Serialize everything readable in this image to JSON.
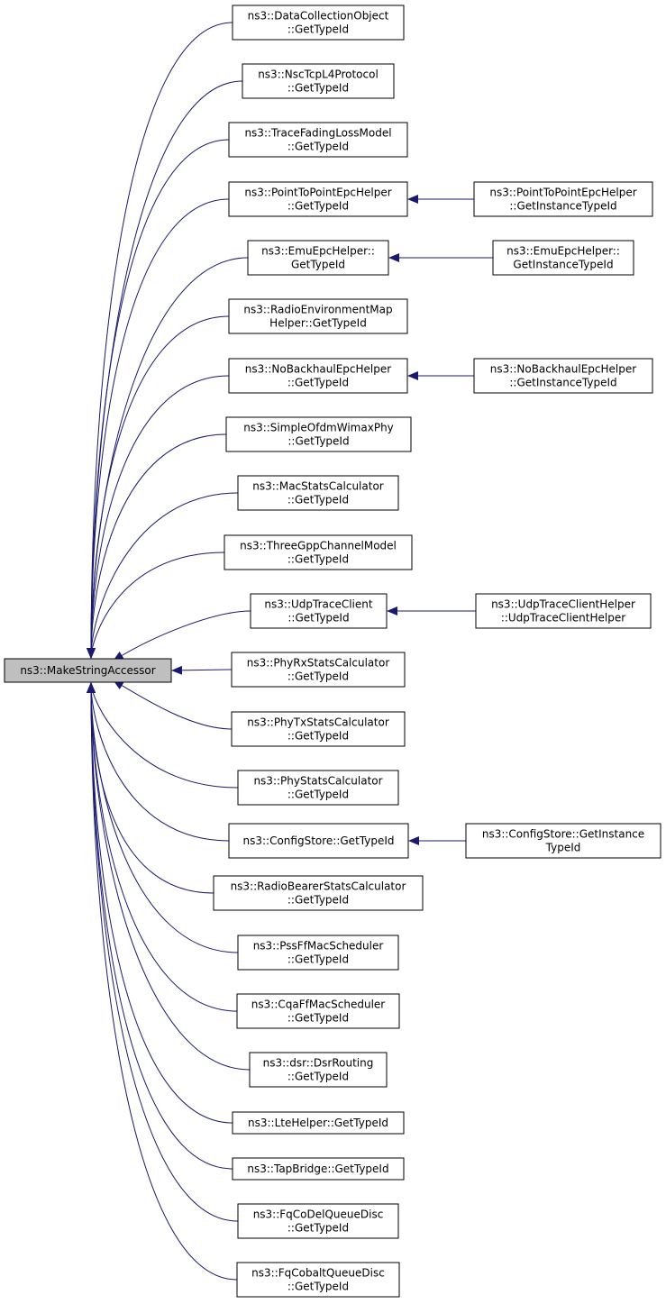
{
  "diagram": {
    "colors": {
      "edge": "#191970",
      "node_border": "#000000",
      "root_fill": "#bfbfbf",
      "node_fill": "#ffffff"
    },
    "root": {
      "id": "root",
      "lines": [
        "ns3::MakeStringAccessor"
      ]
    },
    "callers": [
      {
        "id": "n1",
        "lines": [
          "ns3::DataCollectionObject",
          "::GetTypeId"
        ]
      },
      {
        "id": "n2",
        "lines": [
          "ns3::NscTcpL4Protocol",
          "::GetTypeId"
        ]
      },
      {
        "id": "n3",
        "lines": [
          "ns3::TraceFadingLossModel",
          "::GetTypeId"
        ]
      },
      {
        "id": "n4",
        "lines": [
          "ns3::PointToPointEpcHelper",
          "::GetTypeId"
        ]
      },
      {
        "id": "n5",
        "lines": [
          "ns3::EmuEpcHelper::",
          "GetTypeId"
        ]
      },
      {
        "id": "n6",
        "lines": [
          "ns3::RadioEnvironmentMap",
          "Helper::GetTypeId"
        ]
      },
      {
        "id": "n7",
        "lines": [
          "ns3::NoBackhaulEpcHelper",
          "::GetTypeId"
        ]
      },
      {
        "id": "n8",
        "lines": [
          "ns3::SimpleOfdmWimaxPhy",
          "::GetTypeId"
        ]
      },
      {
        "id": "n9",
        "lines": [
          "ns3::MacStatsCalculator",
          "::GetTypeId"
        ]
      },
      {
        "id": "n10",
        "lines": [
          "ns3::ThreeGppChannelModel",
          "::GetTypeId"
        ]
      },
      {
        "id": "n11",
        "lines": [
          "ns3::UdpTraceClient",
          "::GetTypeId"
        ]
      },
      {
        "id": "n12",
        "lines": [
          "ns3::PhyRxStatsCalculator",
          "::GetTypeId"
        ]
      },
      {
        "id": "n13",
        "lines": [
          "ns3::PhyTxStatsCalculator",
          "::GetTypeId"
        ]
      },
      {
        "id": "n14",
        "lines": [
          "ns3::PhyStatsCalculator",
          "::GetTypeId"
        ]
      },
      {
        "id": "n15",
        "lines": [
          "ns3::ConfigStore::GetTypeId"
        ]
      },
      {
        "id": "n16",
        "lines": [
          "ns3::RadioBearerStatsCalculator",
          "::GetTypeId"
        ]
      },
      {
        "id": "n17",
        "lines": [
          "ns3::PssFfMacScheduler",
          "::GetTypeId"
        ]
      },
      {
        "id": "n18",
        "lines": [
          "ns3::CqaFfMacScheduler",
          "::GetTypeId"
        ]
      },
      {
        "id": "n19",
        "lines": [
          "ns3::dsr::DsrRouting",
          "::GetTypeId"
        ]
      },
      {
        "id": "n20",
        "lines": [
          "ns3::LteHelper::GetTypeId"
        ]
      },
      {
        "id": "n21",
        "lines": [
          "ns3::TapBridge::GetTypeId"
        ]
      },
      {
        "id": "n22",
        "lines": [
          "ns3::FqCoDelQueueDisc",
          "::GetTypeId"
        ]
      },
      {
        "id": "n23",
        "lines": [
          "ns3::FqCobaltQueueDisc",
          "::GetTypeId"
        ]
      }
    ],
    "second_level": [
      {
        "id": "m4",
        "target": "n4",
        "lines": [
          "ns3::PointToPointEpcHelper",
          "::GetInstanceTypeId"
        ]
      },
      {
        "id": "m5",
        "target": "n5",
        "lines": [
          "ns3::EmuEpcHelper::",
          "GetInstanceTypeId"
        ]
      },
      {
        "id": "m7",
        "target": "n7",
        "lines": [
          "ns3::NoBackhaulEpcHelper",
          "::GetInstanceTypeId"
        ]
      },
      {
        "id": "m11",
        "target": "n11",
        "lines": [
          "ns3::UdpTraceClientHelper",
          "::UdpTraceClientHelper"
        ]
      },
      {
        "id": "m15",
        "target": "n15",
        "lines": [
          "ns3::ConfigStore::GetInstance",
          "TypeId"
        ]
      }
    ]
  }
}
